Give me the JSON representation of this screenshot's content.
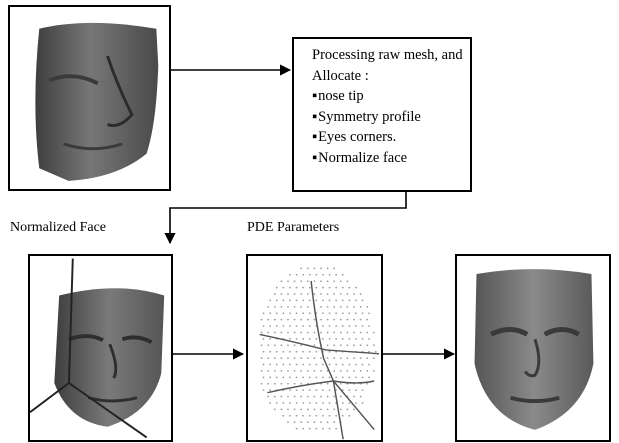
{
  "process_box": {
    "lines": [
      "Processing raw mesh, and",
      "Allocate  :"
    ],
    "bullets": [
      "nose tip",
      "Symmetry profile",
      "Eyes corners.",
      "Normalize face"
    ]
  },
  "captions": {
    "normalized_face": "Normalized Face",
    "pde_parameters": "PDE Parameters"
  }
}
